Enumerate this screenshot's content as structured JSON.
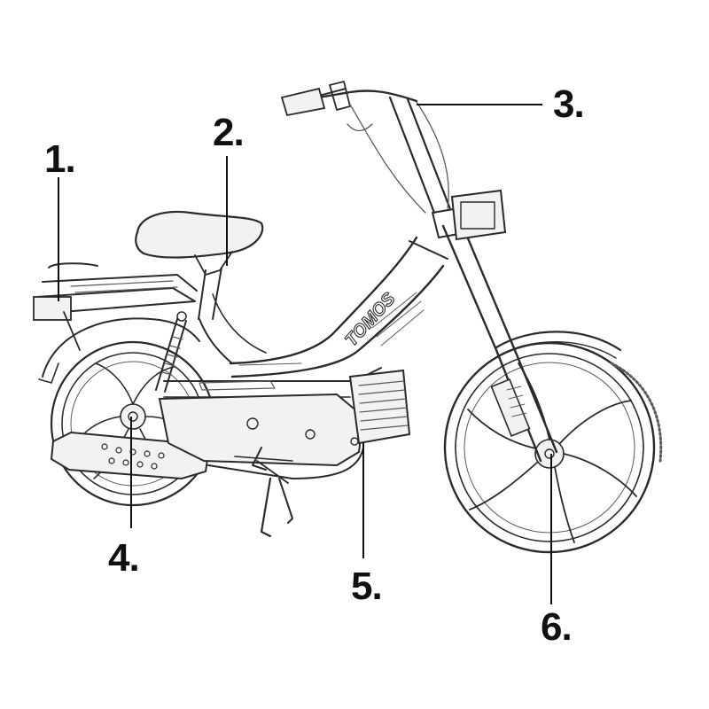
{
  "callouts": [
    {
      "id": "1",
      "label": "1."
    },
    {
      "id": "2",
      "label": "2."
    },
    {
      "id": "3",
      "label": "3."
    },
    {
      "id": "4",
      "label": "4."
    },
    {
      "id": "5",
      "label": "5."
    },
    {
      "id": "6",
      "label": "6."
    }
  ],
  "brand_text": "TOMOS",
  "colors": {
    "line": "#2a2a2a",
    "leader": "#111111",
    "background": "#ffffff"
  }
}
